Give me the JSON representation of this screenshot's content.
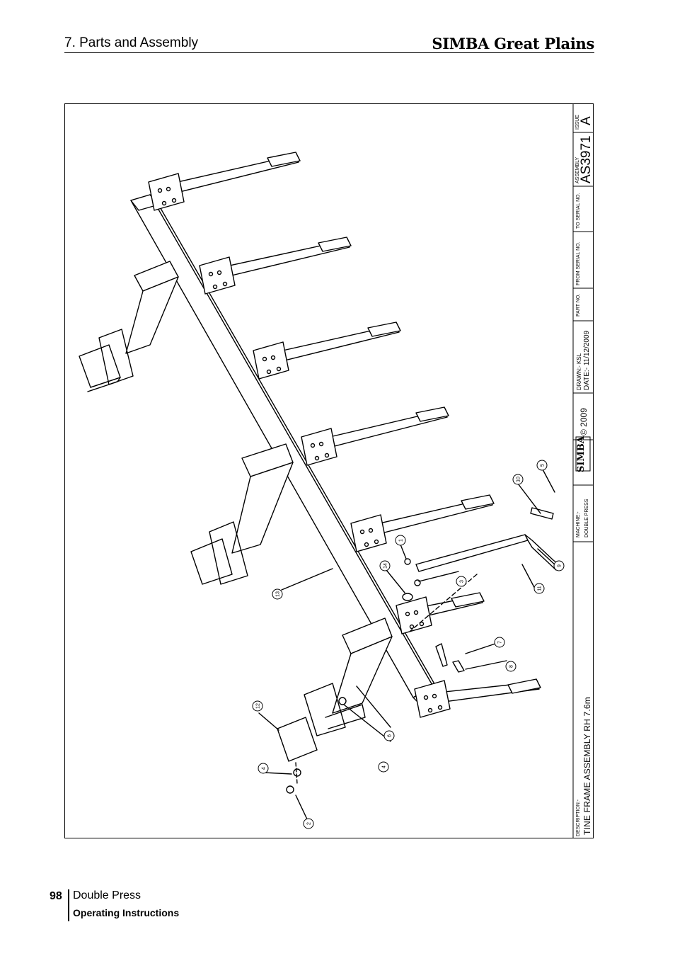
{
  "header": {
    "section": "7. Parts and Assembly",
    "brand": "SIMBA Great Plains"
  },
  "drawing": {
    "title_block": {
      "description_label": "DESCRIPTION:-",
      "description": "TINE FRAME ASSEMBLY RH 7.6m",
      "machine_label": "MACHINE:-",
      "machine": "DOUBLE PRESS",
      "logo_text": "SIMBA",
      "copyright": "© 2009",
      "drawn_label": "DRAWN:- KSL",
      "date_label": "DATE:- 11/12/2009",
      "part_no_label": "PART NO.",
      "from_serial_label": "FROM SERIAL NO.",
      "to_serial_label": "TO SERIAL NO.",
      "assembly_label": "ASSEMBLY",
      "assembly": "AS3971",
      "issue_label": "ISSUE",
      "issue": "A"
    },
    "callouts": [
      "1",
      "2",
      "3",
      "4",
      "4",
      "5",
      "6",
      "7",
      "8",
      "9",
      "10",
      "11",
      "12",
      "13",
      "14"
    ]
  },
  "footer": {
    "page": "98",
    "title": "Double Press",
    "subtitle": "Operating Instructions"
  }
}
